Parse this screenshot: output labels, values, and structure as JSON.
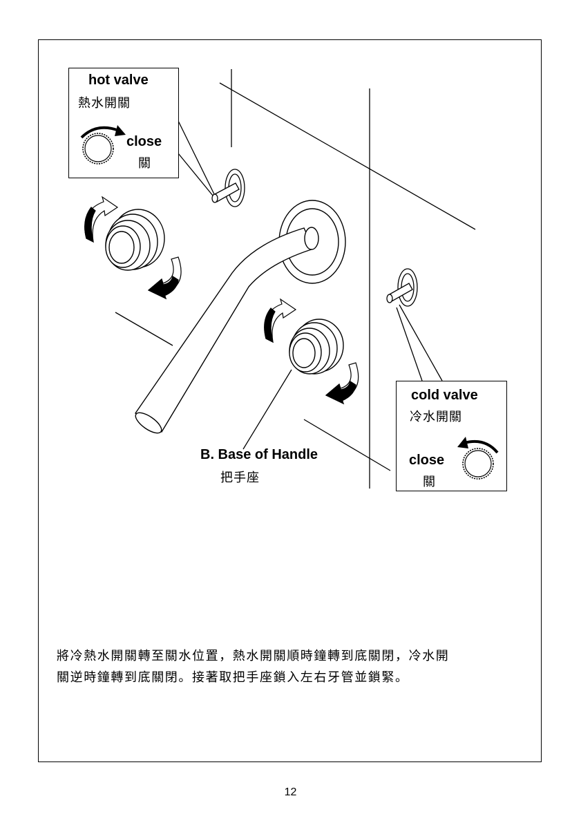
{
  "hot_valve": {
    "title_en": "hot valve",
    "title_zh": "熱水開關",
    "action_en": "close",
    "action_zh": "關"
  },
  "cold_valve": {
    "title_en": "cold valve",
    "title_zh": "冷水開關",
    "action_en": "close",
    "action_zh": "關"
  },
  "handle_base": {
    "label_en": "B. Base of Handle",
    "label_zh": "把手座"
  },
  "instructions": {
    "line1": "將冷熱水開關轉至關水位置，熱水開關順時鐘轉到底關閉，冷水開",
    "line2": "關逆時鐘轉到底關閉。接著取把手座鎖入左右牙管並鎖緊。"
  },
  "page_number": "12"
}
